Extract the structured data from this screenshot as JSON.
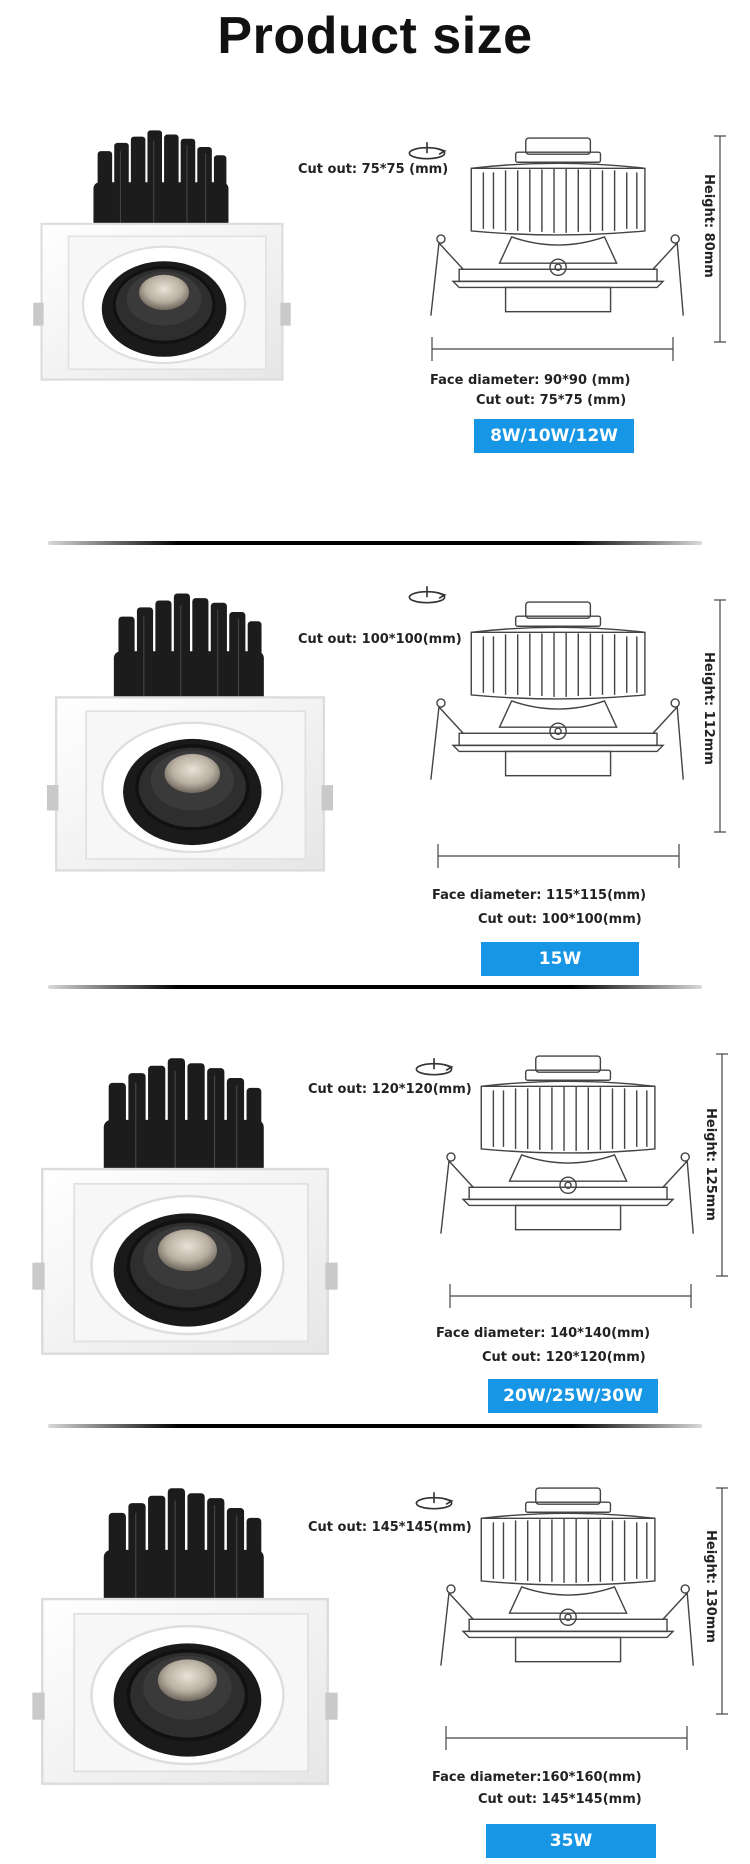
{
  "title": "Product size",
  "sections": [
    {
      "cutout_top": "Cut out: 75*75  (mm)",
      "height": "Height: 80mm",
      "face_diameter": "Face diameter: 90*90  (mm)",
      "cutout_bottom": "Cut out: 75*75  (mm)",
      "wattage": "8W/10W/12W"
    },
    {
      "cutout_top": "Cut out: 100*100(mm)",
      "height": "Height: 112mm",
      "face_diameter": "Face diameter: 115*115(mm)",
      "cutout_bottom": "Cut out: 100*100(mm)",
      "wattage": "15W"
    },
    {
      "cutout_top": "Cut out: 120*120(mm)",
      "height": "Height: 125mm",
      "face_diameter": "Face diameter: 140*140(mm)",
      "cutout_bottom": "Cut out: 120*120(mm)",
      "wattage": "20W/25W/30W"
    },
    {
      "cutout_top": "Cut out: 145*145(mm)",
      "height": "Height: 130mm",
      "face_diameter": "Face diameter:160*160(mm)",
      "cutout_bottom": "Cut out: 145*145(mm)",
      "wattage": "35W"
    }
  ],
  "colors": {
    "badge": "#1796e6",
    "heatsink": "#1c1c1c",
    "trim": "#f4f4f4"
  },
  "icons": {
    "product_photo": "downlight-photo",
    "drawing": "downlight-line-drawing",
    "rotate": "rotate-icon"
  }
}
